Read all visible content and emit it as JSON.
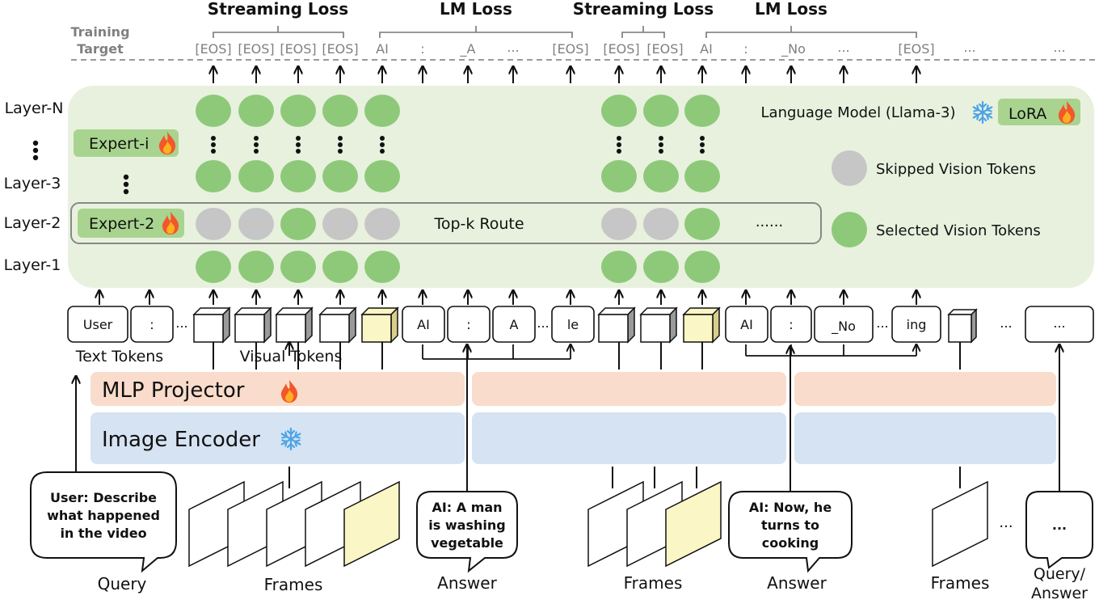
{
  "colors": {
    "lm_panel": "#e8f1de",
    "green_token": "#8ec97a",
    "gray_token": "#c6c6c6",
    "expert_box": "#a8d48f",
    "mlp_band": "#f9dccb",
    "encoder_band": "#d5e3f2",
    "highlight_frame": "#fbf6c5"
  },
  "losses": [
    {
      "id": "s1",
      "label": "Streaming Loss"
    },
    {
      "id": "l1",
      "label": "LM Loss"
    },
    {
      "id": "s2",
      "label": "Streaming Loss"
    },
    {
      "id": "l2",
      "label": "LM Loss"
    }
  ],
  "training_target": {
    "line1": "Training",
    "line2": "Target"
  },
  "targets": [
    {
      "text": "[EOS]"
    },
    {
      "text": "[EOS]"
    },
    {
      "text": "[EOS]"
    },
    {
      "text": "[EOS]"
    },
    {
      "text": "AI"
    },
    {
      "text": ":"
    },
    {
      "text": "_A"
    },
    {
      "text": "..."
    },
    {
      "text": "[EOS]"
    },
    {
      "text": "[EOS]"
    },
    {
      "text": "[EOS]"
    },
    {
      "text": "AI"
    },
    {
      "text": ":"
    },
    {
      "text": "_No"
    },
    {
      "text": "..."
    },
    {
      "text": "[EOS]"
    },
    {
      "text": "..."
    },
    {
      "text": "..."
    }
  ],
  "layers": [
    {
      "label": "Layer-N"
    },
    {
      "label": "Layer-3"
    },
    {
      "label": "Layer-2"
    },
    {
      "label": "Layer-1"
    }
  ],
  "experts": [
    {
      "label": "Expert-i",
      "icon": "fire-icon"
    },
    {
      "label": "Expert-2",
      "icon": "fire-icon"
    }
  ],
  "lm": {
    "title": "Language Model (Llama-3)",
    "title_icon": "snowflake-icon",
    "lora": "LoRA",
    "lora_icon": "fire-icon",
    "route": "Top-k Route",
    "route_more": "......"
  },
  "legend": [
    {
      "label": "Skipped Vision Tokens",
      "color": "gray"
    },
    {
      "label": "Selected Vision Tokens",
      "color": "green"
    }
  ],
  "tokens": [
    {
      "text": "User"
    },
    {
      "text": ":"
    },
    {
      "text": "..."
    },
    {
      "text": "AI"
    },
    {
      "text": ":"
    },
    {
      "text": "A"
    },
    {
      "text": "..."
    },
    {
      "text": "le"
    },
    {
      "text": "AI"
    },
    {
      "text": ":"
    },
    {
      "text": "_No"
    },
    {
      "text": "..."
    },
    {
      "text": "ing"
    },
    {
      "text": "..."
    },
    {
      "text": "..."
    }
  ],
  "groups": {
    "text_tokens": "Text Tokens",
    "visual_tokens": "Visual Tokens"
  },
  "bands": {
    "mlp": "MLP Projector",
    "mlp_icon": "fire-icon",
    "encoder": "Image Encoder",
    "encoder_icon": "snowflake-icon"
  },
  "bubbles": [
    {
      "lines": [
        "User: Describe",
        "what happened",
        "in the video"
      ]
    },
    {
      "lines": [
        "AI: A man",
        "is washing",
        "vegetable"
      ]
    },
    {
      "lines": [
        "AI: Now, he",
        "turns to",
        "cooking"
      ]
    },
    {
      "lines": [
        "..."
      ]
    }
  ],
  "bottom": [
    {
      "label": "Query"
    },
    {
      "label": "Frames"
    },
    {
      "label": "Answer"
    },
    {
      "label": "Frames"
    },
    {
      "label": "Answer"
    },
    {
      "label": "Frames"
    },
    {
      "label": "Query/"
    },
    {
      "label": "Answer"
    }
  ],
  "bottom_more": "..."
}
